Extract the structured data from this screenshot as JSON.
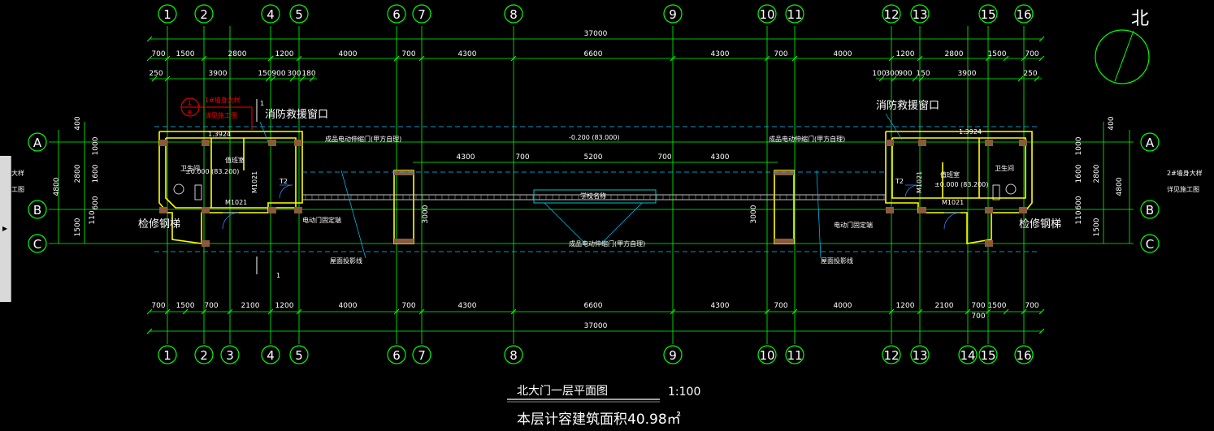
{
  "north_label": "北",
  "axes_top": [
    "1",
    "2",
    "4",
    "5",
    "6",
    "7",
    "8",
    "9",
    "10",
    "11",
    "12",
    "13",
    "15",
    "16"
  ],
  "axes_bottom": [
    "1",
    "2",
    "3",
    "4",
    "5",
    "6",
    "7",
    "8",
    "9",
    "10",
    "11",
    "12",
    "13",
    "14",
    "15",
    "16"
  ],
  "axes_rows": [
    "A",
    "B",
    "C"
  ],
  "overall_dimension": "37000",
  "dims_top_row1": [
    "700",
    "1500",
    "2800",
    "1200",
    "4000",
    "700",
    "4300",
    "6600",
    "4300",
    "700",
    "4000",
    "1200",
    "2800",
    "1500",
    "700"
  ],
  "dims_top_row2_left": [
    "250",
    "3900",
    "150",
    "900",
    "300",
    "180"
  ],
  "dims_top_row2_right": [
    "100",
    "900",
    "300",
    "150",
    "3900",
    "250"
  ],
  "dims_bottom_row1": [
    "700",
    "1500",
    "700",
    "2100",
    "1200",
    "4000",
    "700",
    "4300",
    "6600",
    "4300",
    "700",
    "4000",
    "1200",
    "2100",
    "700",
    "1500",
    "700"
  ],
  "dims_left_vertical": [
    "400",
    "1000",
    "1600",
    "600",
    "1500",
    "2800",
    "4800",
    "110"
  ],
  "dims_right_vertical": [
    "400",
    "1000",
    "1600",
    "600",
    "1500",
    "2800",
    "4800",
    "110"
  ],
  "dims_mid": [
    "4300",
    "700",
    "5200",
    "700",
    "4300",
    "3000",
    "3000"
  ],
  "labels": {
    "fire_window_left": "消防救援窗口",
    "fire_window_right": "消防救援窗口",
    "ladder_left": "检修钢梯",
    "ladder_right": "检修钢梯",
    "duty_room_left": "值班室",
    "duty_room_right": "值班室",
    "toilet_left": "卫生间",
    "toilet_right": "卫生间",
    "door_left": "M1021",
    "door_right": "M1021",
    "door_v_left": "M1021",
    "door_v_right": "M1021",
    "level_left": "±0.000  (83.200)",
    "level_right": "±0.000  (83.200)",
    "level_top_left": "1.3924",
    "level_top_right": "1.3924",
    "mid_level": "-0.200  (83.000)",
    "gate_top_left": "成品电动伸缩门(甲方自理)",
    "gate_top_right": "成品电动伸缩门(甲方自理)",
    "gate_bottom": "成品电动伸缩门(甲方自理)",
    "school_name": "学校名称",
    "motor_left": "电动门固定端",
    "motor_right": "电动门固定端",
    "roof_proj_left": "屋面投影线",
    "roof_proj_right": "屋面投影线",
    "section_mark": "1",
    "wall_detail_1": "1#墙身大样",
    "wall_detail_2": "详见施工图",
    "right_note_1": "2#墙身大样",
    "right_note_2": "详见施工图",
    "left_note_1": "大样",
    "left_note_2": "工图",
    "t2": "T2"
  },
  "title": {
    "name": "北大门一层平面图",
    "scale": "1:100",
    "area": "本层计容建筑面积40.98㎡"
  },
  "colors": {
    "background": "#000000",
    "grid_line": "#00ff00",
    "dimension": "#00ff00",
    "wall": "#ffff00",
    "column_fill": "#8b5a3c",
    "text": "#ffffff",
    "annotation_red": "#ff0000",
    "leader": "#00c8ff",
    "window": "#00c8c8",
    "door": "#4080ff"
  }
}
